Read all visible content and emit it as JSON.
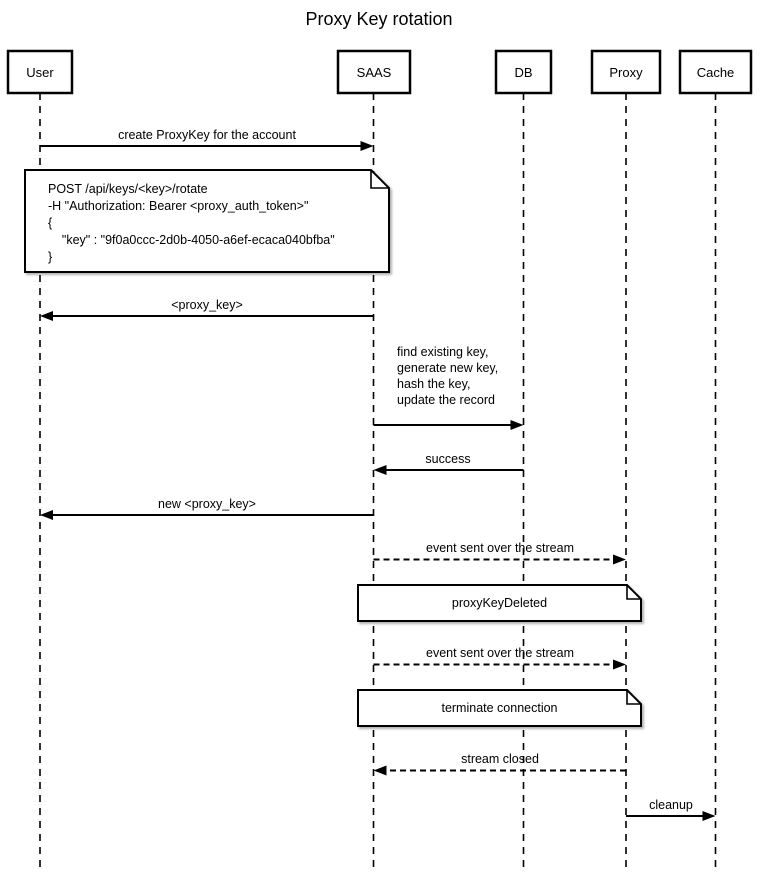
{
  "title": "Proxy Key rotation",
  "participants": [
    {
      "name": "User"
    },
    {
      "name": "SAAS"
    },
    {
      "name": "DB"
    },
    {
      "name": "Proxy"
    },
    {
      "name": "Cache"
    }
  ],
  "messages": {
    "create_proxykey": {
      "label": "create ProxyKey for the account",
      "from": "User",
      "to": "SAAS",
      "style": "solid"
    },
    "proxy_key": {
      "label": "<proxy_key>",
      "from": "SAAS",
      "to": "User",
      "style": "solid"
    },
    "db_update": {
      "lines": [
        "find existing key,",
        "generate new key,",
        "hash the key,",
        "update the record"
      ],
      "from": "SAAS",
      "to": "DB",
      "style": "solid"
    },
    "success": {
      "label": "success",
      "from": "DB",
      "to": "SAAS",
      "style": "solid"
    },
    "new_proxy_key": {
      "label": "new <proxy_key>",
      "from": "SAAS",
      "to": "User",
      "style": "solid"
    },
    "event_stream_1": {
      "label": "event sent over the stream",
      "from": "SAAS",
      "to": "Proxy",
      "style": "dashed"
    },
    "event_stream_2": {
      "label": "event sent over the stream",
      "from": "SAAS",
      "to": "Proxy",
      "style": "dashed"
    },
    "stream_closed": {
      "label": "stream closed",
      "from": "Proxy",
      "to": "SAAS",
      "style": "dashed"
    },
    "cleanup": {
      "label": "cleanup",
      "from": "Proxy",
      "to": "Cache",
      "style": "solid"
    }
  },
  "notes": {
    "rotate_request": {
      "lines": [
        "POST /api/keys/<key>/rotate",
        "-H \"Authorization: Bearer <proxy_auth_token>\"",
        "{",
        "    \"key\" : \"9f0a0ccc-2d0b-4050-a6ef-ecaca040bfba\"",
        "}"
      ]
    },
    "proxy_key_deleted": {
      "label": "proxyKeyDeleted"
    },
    "terminate_connection": {
      "label": "terminate connection"
    }
  },
  "colors": {
    "line": "#000000",
    "background": "#ffffff",
    "note_fill": "#ffffff"
  }
}
